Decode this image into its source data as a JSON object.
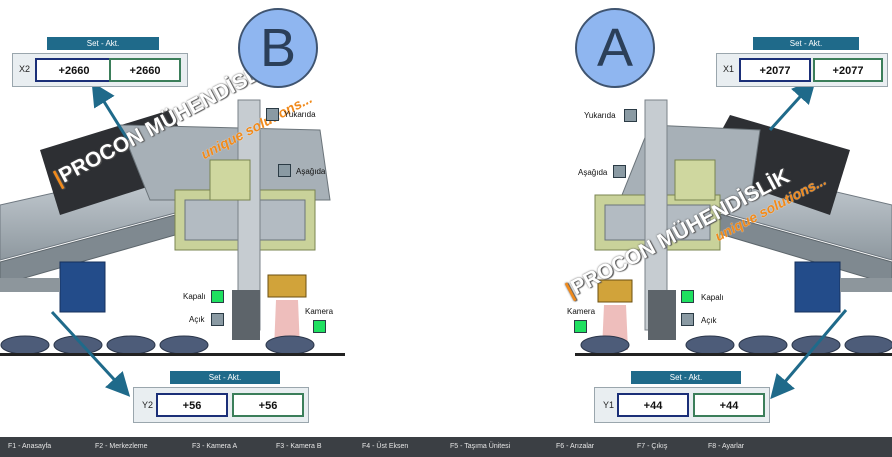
{
  "badges": {
    "left": "B",
    "right": "A"
  },
  "panels": {
    "x2": {
      "header": "Set - Akt.",
      "axis": "X2",
      "set": "+2660",
      "act": "+2660"
    },
    "x1": {
      "header": "Set - Akt.",
      "axis": "X1",
      "set": "+2077",
      "act": "+2077"
    },
    "y2": {
      "header": "Set - Akt.",
      "axis": "Y2",
      "set": "+56",
      "act": "+56"
    },
    "y1": {
      "header": "Set - Akt.",
      "axis": "Y1",
      "set": "+44",
      "act": "+44"
    }
  },
  "indicators": {
    "b_up": {
      "label": "Yukarıda",
      "state": "off"
    },
    "b_down": {
      "label": "Aşağıda",
      "state": "off"
    },
    "b_closed": {
      "label": "Kapalı",
      "state": "on"
    },
    "b_open": {
      "label": "Açık",
      "state": "off"
    },
    "b_camera": {
      "label": "Kamera",
      "state": "on"
    },
    "a_up": {
      "label": "Yukarıda",
      "state": "off"
    },
    "a_down": {
      "label": "Aşağıda",
      "state": "off"
    },
    "a_closed": {
      "label": "Kapalı",
      "state": "on"
    },
    "a_open": {
      "label": "Açık",
      "state": "off"
    },
    "a_camera": {
      "label": "Kamera",
      "state": "on"
    }
  },
  "watermark": {
    "brand": "PROCON MÜHENDİSLİK",
    "tagline": "unique solutions..."
  },
  "footer": [
    "F1 - Anasayfa",
    "F2 - Merkezleme",
    "F3 - Kamera  A",
    "F3 - Kamera  B",
    "F4 - Üst Eksen",
    "F5 - Taşıma Ünitesi",
    "F6 - Arızalar",
    "F7 - Çıkış",
    "F8 - Ayarlar"
  ],
  "colors": {
    "accent": "#1f6a8a",
    "on": "#1fe060",
    "off": "#8a9aa3",
    "footer_bg": "#3b3f44"
  }
}
